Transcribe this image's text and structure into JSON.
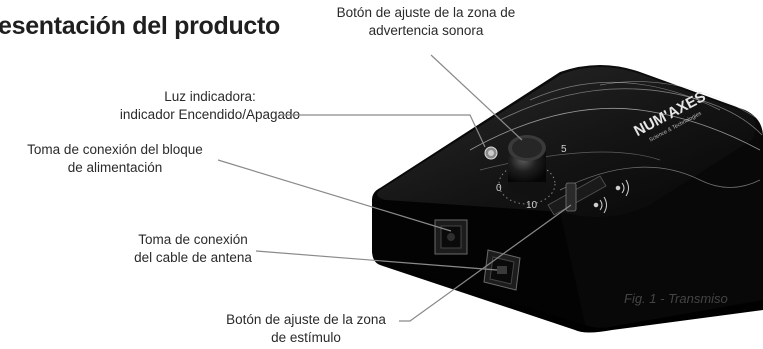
{
  "title": "esentación del producto",
  "labels": {
    "sound_zone_button": "Botón de ajuste de la zona de advertencia sonora",
    "indicator_light_line1": "Luz indicadora:",
    "indicator_light_line2": "indicador Encendido/Apagado",
    "power_socket_line1": "Toma de conexión del bloque",
    "power_socket_line2": "de alimentación",
    "antenna_socket_line1": "Toma de conexión",
    "antenna_socket_line2": "del cable de antena",
    "stimulus_button_line1": "Botón de ajuste de la zona",
    "stimulus_button_line2": "de estímulo"
  },
  "device": {
    "brand": "NUM'AXES",
    "brand_sub": "Science & Technologies",
    "dial_marks": [
      "0",
      "5",
      "10"
    ]
  },
  "caption": "Fig. 1 - Transmiso",
  "colors": {
    "device_body": "#111111",
    "leader_line": "#8a8a8a"
  }
}
